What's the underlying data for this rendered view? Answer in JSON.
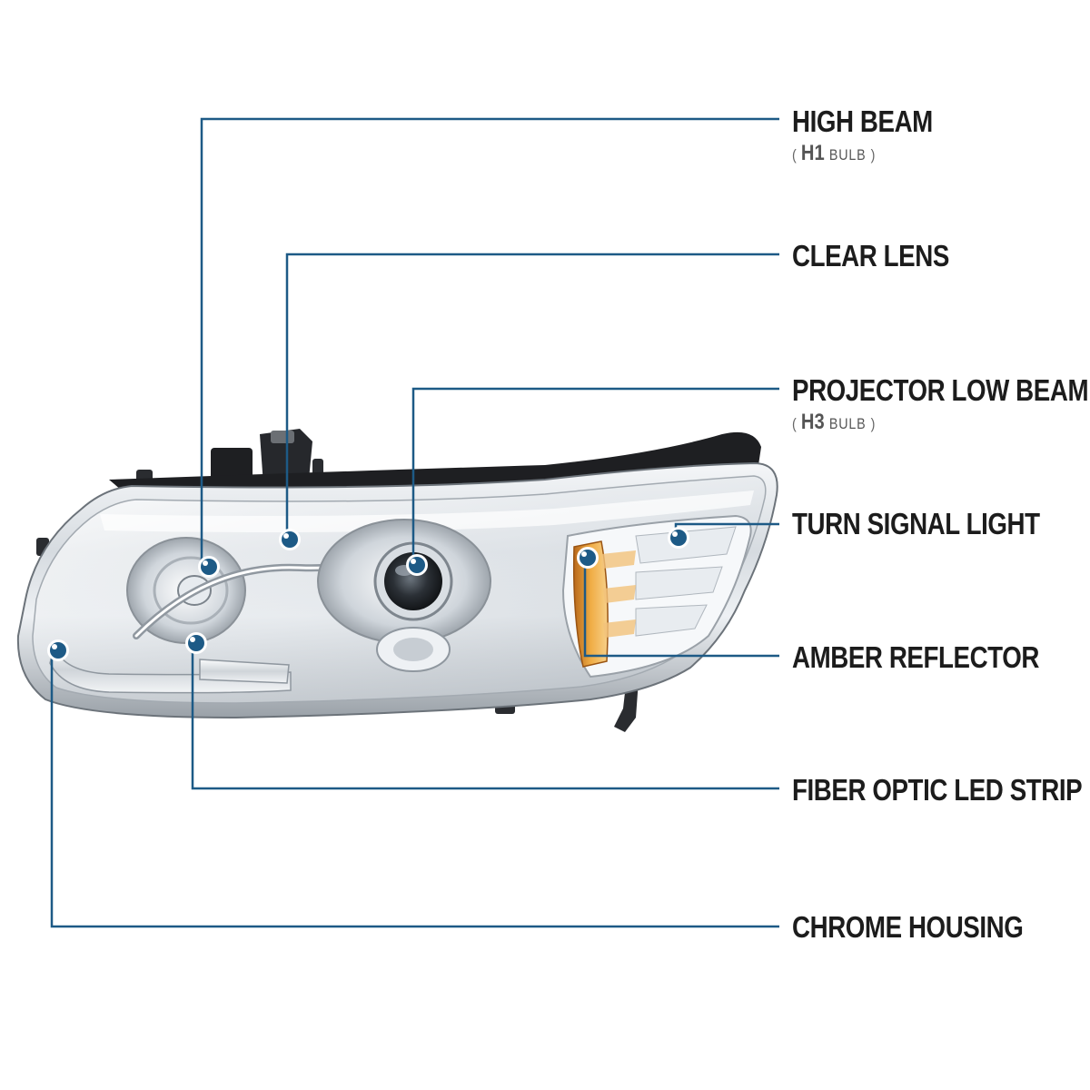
{
  "colors": {
    "leader_line": "#1d5a86",
    "dot_fill": "#1d5a86",
    "dot_ring": "#ffffff",
    "label_text": "#1c1c1c",
    "amber": "#e09a2a",
    "chrome_light": "#f1f3f5",
    "chrome_mid": "#c7ccd2",
    "chrome_dark": "#5e656d",
    "housing_black": "#1e1f22"
  },
  "callouts": [
    {
      "id": "high-beam",
      "label": "HIGH BEAM",
      "sub": {
        "open": "(",
        "code": "H1",
        "word": "BULB",
        "close": ")"
      }
    },
    {
      "id": "clear-lens",
      "label": "CLEAR LENS"
    },
    {
      "id": "projector-low-beam",
      "label": "PROJECTOR LOW BEAM",
      "sub": {
        "open": "(",
        "code": "H3",
        "word": "BULB",
        "close": ")"
      }
    },
    {
      "id": "turn-signal-light",
      "label": "TURN SIGNAL LIGHT"
    },
    {
      "id": "amber-reflector",
      "label": "AMBER REFLECTOR"
    },
    {
      "id": "fiber-optic-led-strip",
      "label": "FIBER OPTIC LED STRIP"
    },
    {
      "id": "chrome-housing",
      "label": "CHROME HOUSING"
    }
  ]
}
